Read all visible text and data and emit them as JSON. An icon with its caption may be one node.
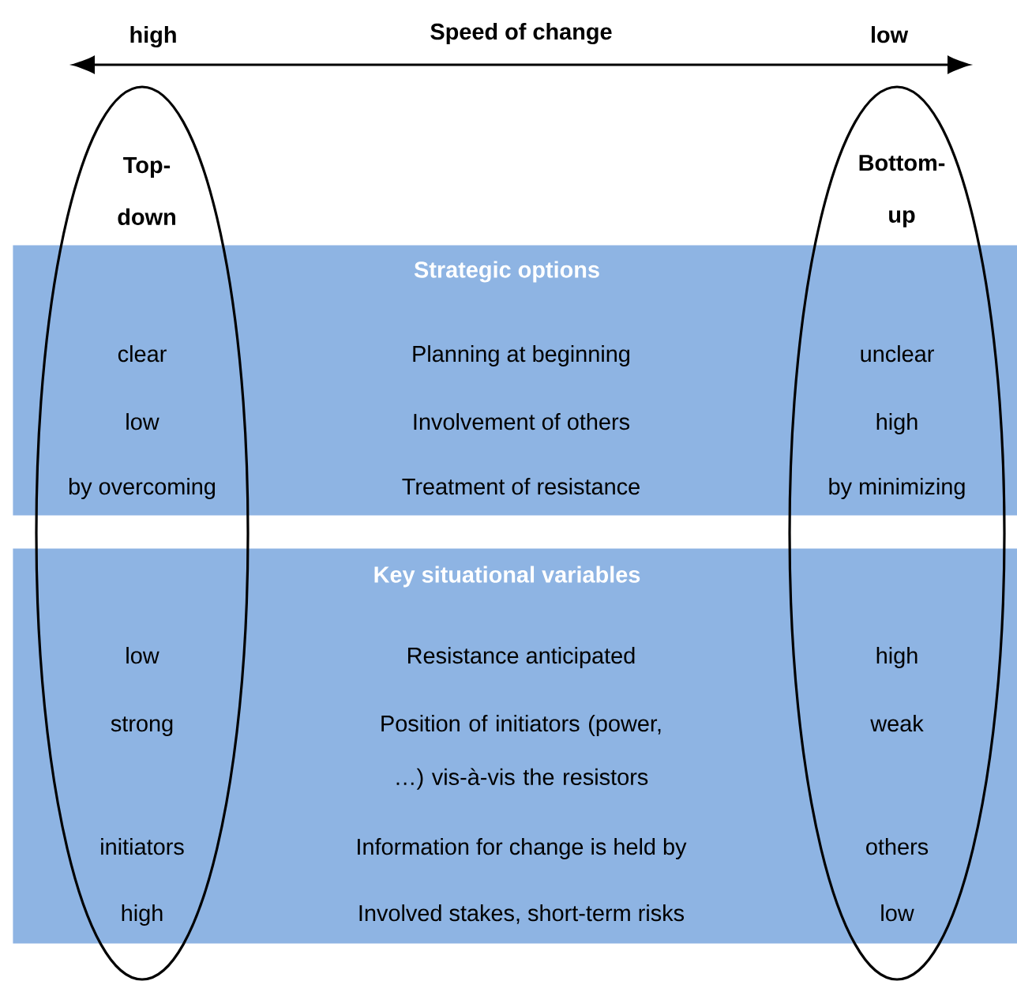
{
  "diagram": {
    "nodes": [
      {
        "text": [
          "Top-down"
        ]
      },
      {
        "text": [
          "Bottom-up"
        ]
      },
      {
        "text": [
          "Strategic options"
        ]
      },
      {
        "text": [
          "Key situational variables"
        ]
      }
    ],
    "edges": [],
    "labels": [
      "high",
      "Speed of change",
      "low",
      "clear",
      "Planning at beginning",
      "unclear",
      "low",
      "Involvement of others",
      "high",
      "by overcoming",
      "Treatment of resistance",
      "by minimizing",
      "low",
      "Resistance anticipated",
      "high",
      "strong",
      "Position of initiators (power, …) vis-à-vis the resistors",
      "weak",
      "initiators",
      "Information for change is held by",
      "others",
      "high",
      "Involved stakes, short-term risks",
      "low"
    ]
  }
}
